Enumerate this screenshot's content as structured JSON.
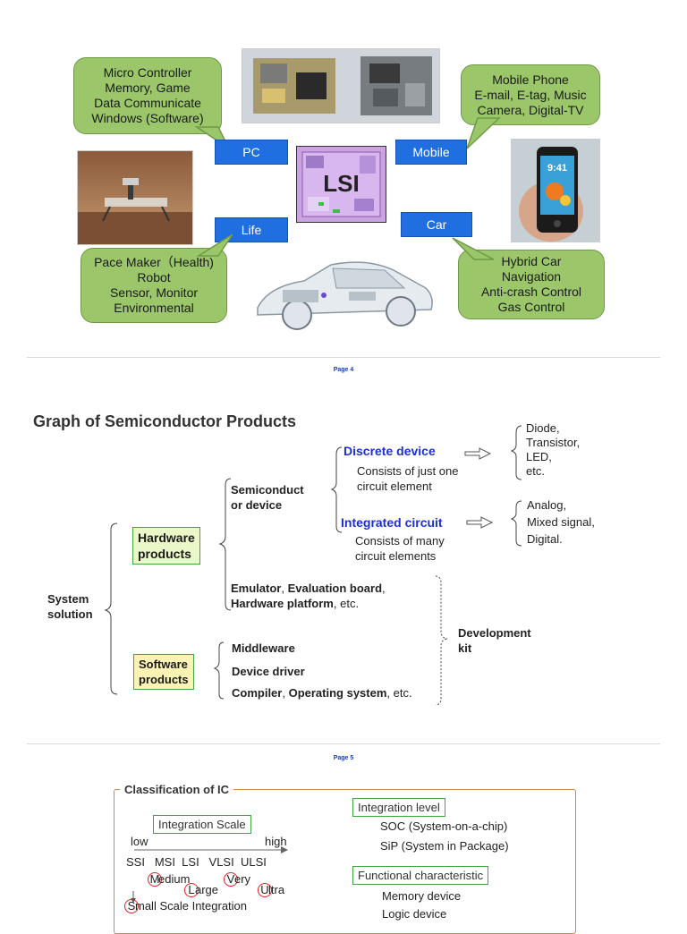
{
  "slide1": {
    "center_label": "LSI",
    "bubbles": {
      "pc": [
        "Micro Controller",
        "Memory, Game",
        "Data Communicate",
        "Windows (Software)"
      ],
      "mobile": [
        "Mobile Phone",
        "E-mail, E-tag, Music",
        "Camera, Digital-TV"
      ],
      "life": [
        "Pace Maker（Health)",
        "Robot",
        "Sensor, Monitor",
        "Environmental"
      ],
      "car": [
        "Hybrid Car",
        "Navigation",
        "Anti-crash Control",
        "Gas Control"
      ]
    },
    "tags": {
      "pc": "PC",
      "mobile": "Mobile",
      "life": "Life",
      "car": "Car"
    },
    "phone_time": "9:41",
    "colors": {
      "bubble": "#9bc76a",
      "tag": "#1f6fe0"
    }
  },
  "page4_label": "Page 4",
  "slide2": {
    "title": "Graph of Semiconductor Products",
    "system_solution": [
      "System",
      "solution"
    ],
    "hardware_products": [
      "Hardware",
      "products"
    ],
    "software_products": [
      "Software",
      "products"
    ],
    "semiconductor_device": [
      "Semiconduct",
      "or device"
    ],
    "discrete_device": "Discrete device",
    "discrete_desc": [
      "Consists of just one",
      "circuit element"
    ],
    "discrete_items": [
      "Diode,",
      "Transistor,",
      "LED,",
      "etc."
    ],
    "integrated_circuit": "Integrated circuit",
    "integrated_desc": [
      "Consists of many",
      "circuit elements"
    ],
    "integrated_items": [
      "Analog,",
      "Mixed signal,",
      "Digital."
    ],
    "hw_line1_bold1": "Emulator",
    "hw_line1_sep": ", ",
    "hw_line1_bold2": "Evaluation board",
    "hw_line1_end": ",",
    "hw_line2_bold": "Hardware platform",
    "hw_line2_end": ", etc.",
    "sw_items": [
      "Middleware",
      "Device driver"
    ],
    "sw_line3_bold1": "Compiler",
    "sw_line3_sep": ", ",
    "sw_line3_bold2": "Operating system",
    "sw_line3_end": ", etc.",
    "development_kit": [
      "Development",
      "kit"
    ]
  },
  "page5_label": "Page 5",
  "slide3": {
    "title": "Classification of IC",
    "integration_scale": "Integration Scale",
    "low": "low",
    "high": "high",
    "scales": [
      "SSI",
      "MSI",
      "LSI",
      "VLSI",
      "ULSI"
    ],
    "medium_first": "M",
    "medium_rest": "edium",
    "large_first": "L",
    "large_rest": "arge",
    "very_first": "V",
    "very_rest": "ery",
    "ultra_first": "U",
    "ultra_rest": "ltra",
    "small_first": "S",
    "small_rest": "mall Scale Integration",
    "integration_level": "Integration level",
    "levels": [
      "SOC (System-on-a-chip)",
      "SiP (System in Package)"
    ],
    "functional": "Functional characteristic",
    "functions": [
      "Memory device",
      "Logic device"
    ]
  }
}
